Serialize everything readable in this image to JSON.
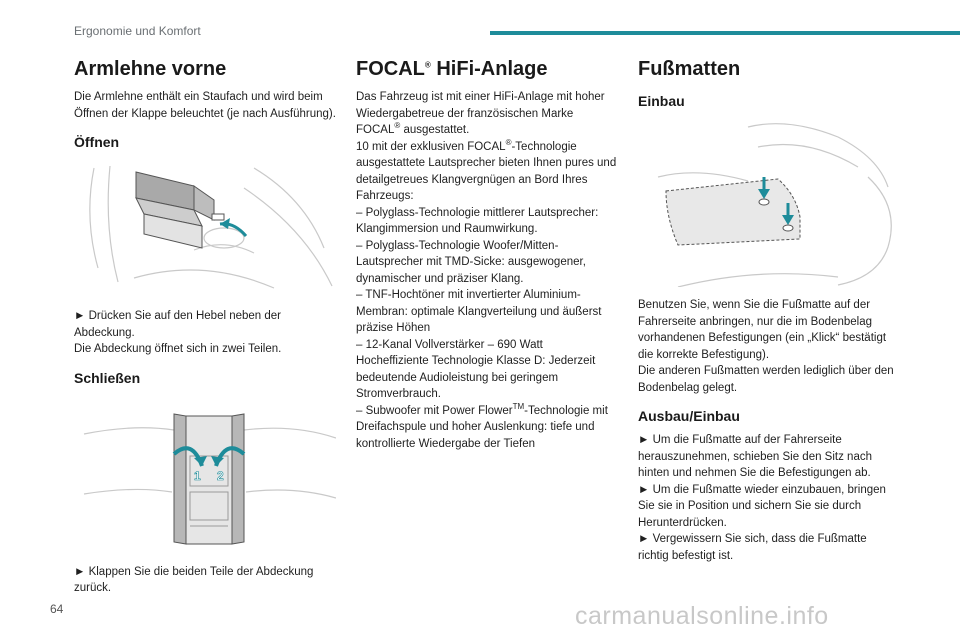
{
  "header": {
    "title": "Ergonomie und Komfort",
    "accent_color": "#1e8c9a"
  },
  "col1": {
    "title": "Armlehne vorne",
    "intro": "Die Armlehne enthält ein Staufach und wird beim Öffnen der Klappe beleuchtet (je nach Ausführung).",
    "open_heading": "Öffnen",
    "open_text": "► Drücken Sie auf den Hebel neben der Abdeckung.",
    "open_text2": "Die Abdeckung öffnet sich in zwei Teilen.",
    "close_heading": "Schließen",
    "close_label1": "1",
    "close_label2": "2",
    "close_text": "► Klappen Sie die beiden Teile der Abdeckung zurück."
  },
  "col2": {
    "title_a": "FOCAL",
    "title_sup": "®",
    "title_b": " HiFi-Anlage",
    "l1a": "Das Fahrzeug ist mit einer HiFi-Anlage mit hoher Wiedergabetreue der französischen Marke FOCAL",
    "l1sup": "®",
    "l1b": " ausgestattet.",
    "l2a": "10 mit der exklusiven FOCAL",
    "l2sup": "®",
    "l2b": "-Technologie ausgestattete Lautsprecher bieten Ihnen pures und detailgetreues Klangvergnügen an Bord Ihres Fahrzeugs:",
    "l3": "– Polyglass-Technologie mittlerer Lautsprecher: Klangimmersion und Raumwirkung.",
    "l4": "– Polyglass-Technologie Woofer/Mitten-Lautsprecher mit TMD-Sicke: ausgewogener, dynamischer und präziser Klang.",
    "l5": "– TNF-Hochtöner mit invertierter Aluminium-Membran: optimale Klangverteilung und äußerst präzise Höhen",
    "l6": "– 12-Kanal Vollverstärker – 690 Watt Hocheffiziente Technologie Klasse D: Jederzeit bedeutende Audioleistung bei geringem Stromverbrauch.",
    "l7a": "– Subwoofer mit Power Flower",
    "l7sup": "TM",
    "l7b": "-Technologie mit Dreifachspule und hoher Auslenkung: tiefe und kontrollierte Wiedergabe der Tiefen"
  },
  "col3": {
    "title": "Fußmatten",
    "install_heading": "Einbau",
    "install_text": "Benutzen Sie, wenn Sie die Fußmatte auf der Fahrerseite anbringen, nur die im Bodenbelag vorhandenen Befestigungen (ein „Klick“ bestätigt die korrekte Befestigung).",
    "install_text2": "Die anderen Fußmatten werden lediglich über den Bodenbelag gelegt.",
    "remove_heading": "Ausbau/Einbau",
    "r1": "► Um die Fußmatte auf der Fahrerseite herauszunehmen, schieben Sie den Sitz nach hinten und nehmen Sie die Befestigungen ab.",
    "r2": "► Um die Fußmatte wieder einzubauen, bringen Sie sie in Position und sichern Sie sie durch Herunterdrücken.",
    "r3": "► Vergewissern Sie sich, dass die Fußmatte richtig befestigt ist."
  },
  "footer": {
    "page_number": "64",
    "watermark": "carmanualsonline.info"
  }
}
